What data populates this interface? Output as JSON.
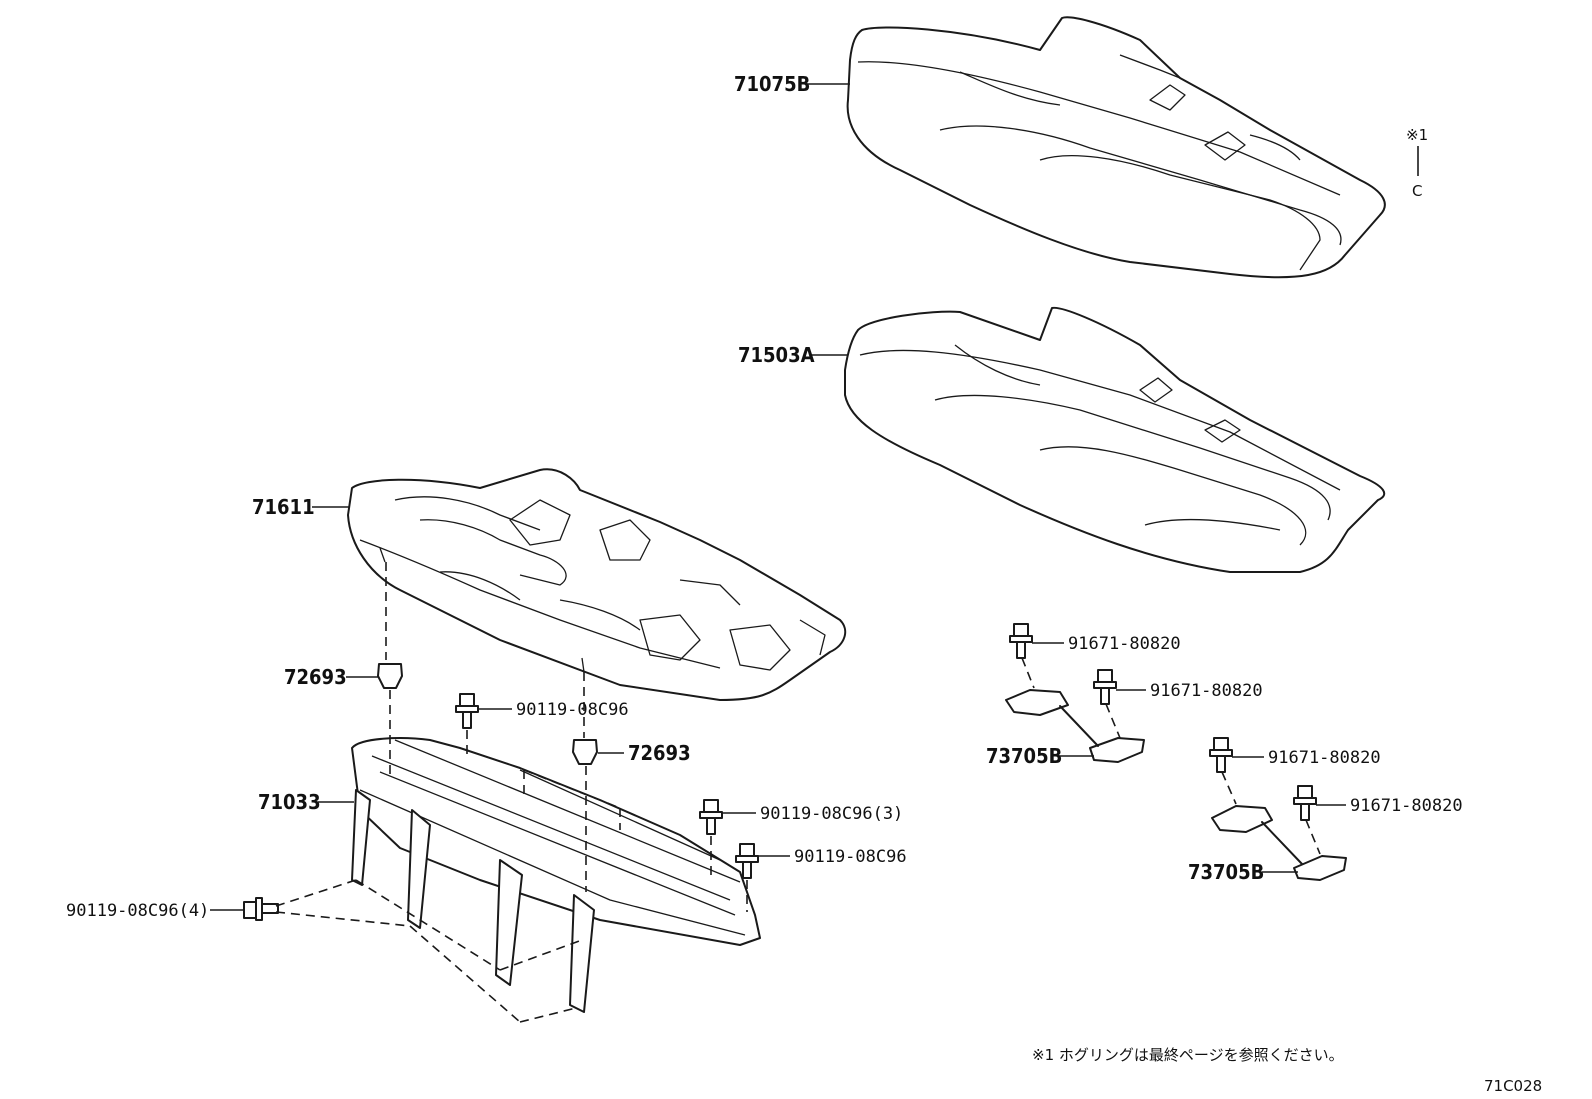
{
  "labels": {
    "p71075B": "71075B",
    "p71503A": "71503A",
    "p71611": "71611",
    "p72693_a": "72693",
    "p72693_b": "72693",
    "p71033": "71033",
    "p90119_a": "90119-08C96",
    "p90119_b": "90119-08C96(3)",
    "p90119_c": "90119-08C96",
    "p90119_d": "90119-08C96(4)",
    "p91671_a": "91671-80820",
    "p91671_b": "91671-80820",
    "p91671_c": "91671-80820",
    "p91671_d": "91671-80820",
    "p73705B_a": "73705B",
    "p73705B_b": "73705B"
  },
  "note_ref": "※1",
  "hog_ring_symbol": "C",
  "footnote": "※1 ホグリングは最終ページを参照ください。",
  "diagram_code": "71C028"
}
